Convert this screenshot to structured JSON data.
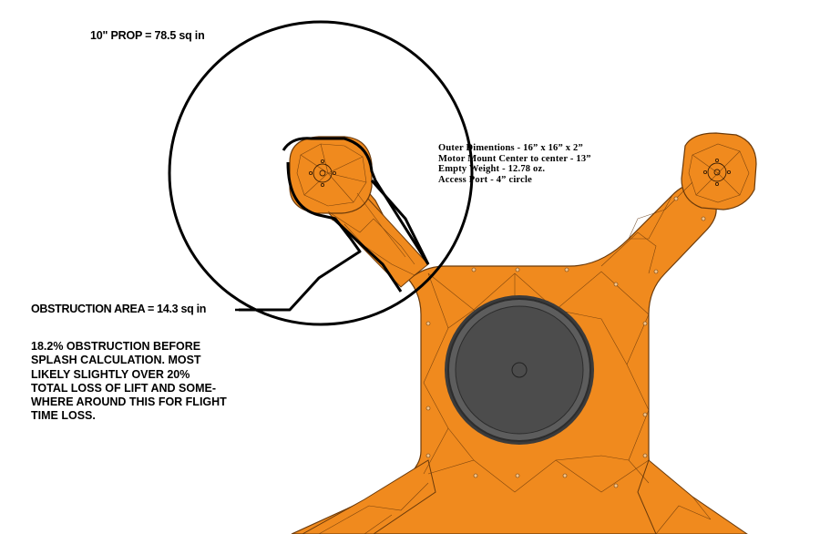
{
  "prop_label": "10\" PROP =  78.5  sq in",
  "obstruction_label": "OBSTRUCTION AREA = 14.3 sq in",
  "specs": [
    "Outer Dimentions - 16” x 16” x 2”",
    "Motor Mount Center to center - 13”",
    "Empty Weight - 12.78 oz.",
    "Access Port - 4” circle"
  ],
  "note_lines": [
    "18.2% OBSTRUCTION BEFORE",
    "SPLASH CALCULATION. MOST",
    "LIKELY SLIGHTLY OVER 20%",
    "TOTAL LOSS OF LIFT AND SOME-",
    "WHERE AROUND THIS FOR FLIGHT",
    "TIME LOSS."
  ],
  "colors": {
    "frame_orange": "#f08a1e",
    "frame_edge": "#6b3a0a",
    "port_dark": "#4f4f4f",
    "outline": "#000000"
  }
}
